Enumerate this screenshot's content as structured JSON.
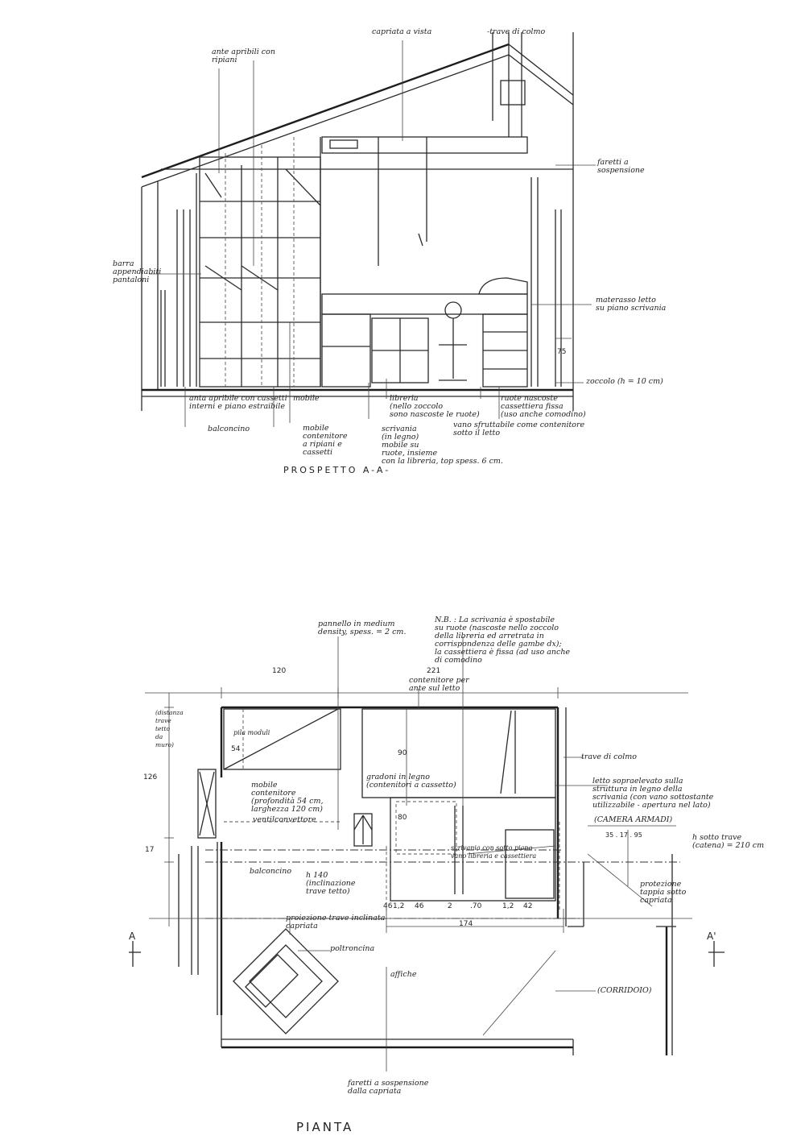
{
  "elevation": {
    "title": "PROSPETTO A-A-",
    "labels": {
      "capriata": "capriata a vista",
      "trave_colmo": "-trave di colmo",
      "ante_ripiani": "ante apribili con\nripiani",
      "faretti": "faretti a\nsospensione",
      "barra": "barra\nappendiabiti\npantaloni",
      "materasso": "materasso letto\nsu piano scrivania",
      "zoccolo": "zoccolo (h = 10 cm)",
      "anta_cassetti": "anta apribile con cassetti\ninterni e piano estraibile",
      "mobile_label": "mobile",
      "balconcino": "balconcino",
      "mobile_contenitore": "mobile\ncontenitore\na ripiani e\ncassetti",
      "libreria": "libreria\n(nello zoccolo\nsono nascoste le ruote)",
      "scrivania": "scrivania\n(in legno)\nmobile su\nruote, insieme\ncon la libreria, top spess. 6 cm.",
      "ruote": "ruote nascoste\ncassettiera fissa\n(uso anche comodino)",
      "vano": "vano sfruttabile come contenitore\nsotto il letto",
      "dim_75": "75"
    }
  },
  "plan": {
    "title": "PIANTA",
    "labels": {
      "pannello": "pannello in medium\ndensity, spess. = 2 cm.",
      "nb": "N.B. : La scrivania è spostabile\nsu ruote (nascoste nello zoccolo\ndella libreria ed arretrata in\ncorrispondenza delle gambe dx);\nla cassettiera è fissa (ad uso anche\ndi comodino",
      "contenitore_letto": "contenitore per\nante sul letto",
      "mobile_contenitore": "mobile\ncontenitore\n(profondità 54 cm,\nlarghezza 120 cm)",
      "ventilconvettore": "ventilconvettore",
      "gradoni": "gradoni in legno\n(contenitori a cassetto)",
      "trave_colmo": "trave di colmo",
      "letto": "letto sopraelevato sulla\nstruttura in legno della\nscrivania (con vano sottostante\nutilizzabile - apertura nel lato)",
      "camera_armadi": "(CAMERA ARMADI)",
      "h_sotto_trave": "h sotto trave\n(catena) = 210 cm",
      "balconcino": "balconcino",
      "inclinazione": "h 140\n(inclinazione\ntrave tetto)",
      "scrivania_note": "scrivania con sotto piano\nvano libreria e cassettiera",
      "protezione": "protezione\ntappia sotto\ncapriata",
      "proiezione": "proiezione trave inclinata\ncapriata",
      "poltroncina": "poltroncina",
      "affiche": "affiche",
      "corridoio": "(CORRIDOIO)",
      "faretti": "faretti a sospensione\ndalla capriata",
      "distanza": "(distanza trave tetto da muro)",
      "sec_A": "A",
      "sec_A2": "A'",
      "pila": "pila moduli"
    },
    "dims": {
      "d120": "120",
      "d221": "221",
      "d54": "54",
      "d90": "90",
      "d80": "80",
      "d126": "126",
      "d17": "17",
      "d46": "46",
      "d12": "1,2",
      "d46b": "46",
      "d2": "2",
      "d70": ".70",
      "d12b": "1,2",
      "d42": "42",
      "d174": "174",
      "d_stack": "35 . 17 . 95"
    }
  }
}
